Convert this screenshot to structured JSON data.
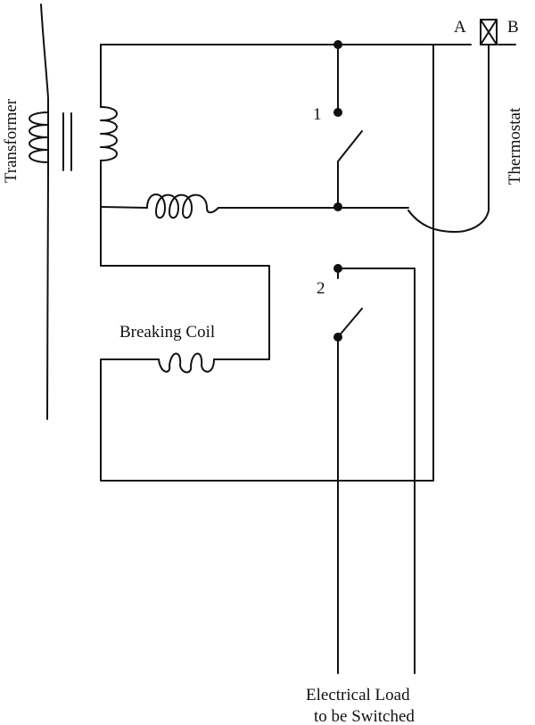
{
  "labels": {
    "transformer": "Transformer",
    "thermostat": "Thermostat",
    "terminal_a": "A",
    "terminal_b": "B",
    "switch_1": "1",
    "switch_2": "2",
    "breaking_coil": "Breaking Coil",
    "load_line1": "Electrical Load",
    "load_line2": "to be Switched"
  },
  "colors": {
    "stroke": "#111111",
    "background": "#ffffff"
  }
}
